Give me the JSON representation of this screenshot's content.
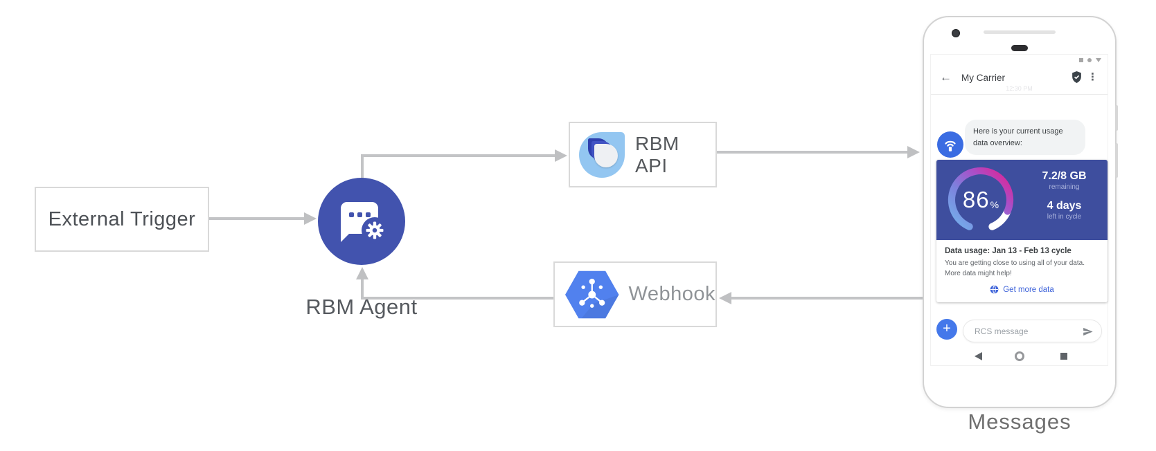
{
  "diagram": {
    "external_trigger_label": "External Trigger",
    "rbm_agent_label": "RBM Agent",
    "rbm_api_label": "RBM API",
    "webhook_label": "Webhook",
    "messages_label": "Messages",
    "colors": {
      "agent_circle": "#4253ae",
      "arrow_gray": "#c3c4c6",
      "rbm_logo_light_blue": "#93c6f1",
      "rbm_logo_indigo": "#2e3fae",
      "rbm_logo_mid_blue": "#4153c4",
      "webhook_hexagon": "#5181ee"
    }
  },
  "phone": {
    "status_bar": {
      "icons": [
        "square-icon",
        "dot-icon",
        "triangle-icon"
      ]
    },
    "header": {
      "back_glyph": "←",
      "title": "My Carrier",
      "badge_icon": "verified-shield-icon",
      "menu_glyph": "⋮"
    },
    "timestamp": "12:30 PM",
    "chat": {
      "avatar_icon": "antenna-icon",
      "avatar_color": "#3a6ce2",
      "message_text": "Here is your current usage data overview:"
    },
    "usage_card": {
      "card_color": "#3e4e9e",
      "gauge": {
        "percent": "86",
        "unit": "%",
        "gradient": [
          "#74b2ec",
          "#7c82dd",
          "#aa4fc8",
          "#e31f8f"
        ],
        "track_remainder_color": "#ffffff"
      },
      "remaining_value": "7.2/8 GB",
      "remaining_label": "remaining",
      "days_value": "4 days",
      "days_label": "left in cycle",
      "title": "Data usage: Jan 13 - Feb 13 cycle",
      "body_line1": "You are getting close to using all of your data.",
      "body_line2": "More data might help!",
      "action_label": "Get more data",
      "action_color": "#3e63d9"
    },
    "composer": {
      "plus_glyph": "+",
      "placeholder": "RCS message",
      "send_icon": "send-icon"
    },
    "nav_icons": [
      "back-triangle-icon",
      "home-circle-icon",
      "overview-square-icon"
    ]
  },
  "chart_data": {
    "type": "donut-gauge",
    "value": 86,
    "max": 100,
    "label": "86%",
    "annotations": [
      "7.2/8 GB remaining",
      "4 days left in cycle"
    ]
  }
}
